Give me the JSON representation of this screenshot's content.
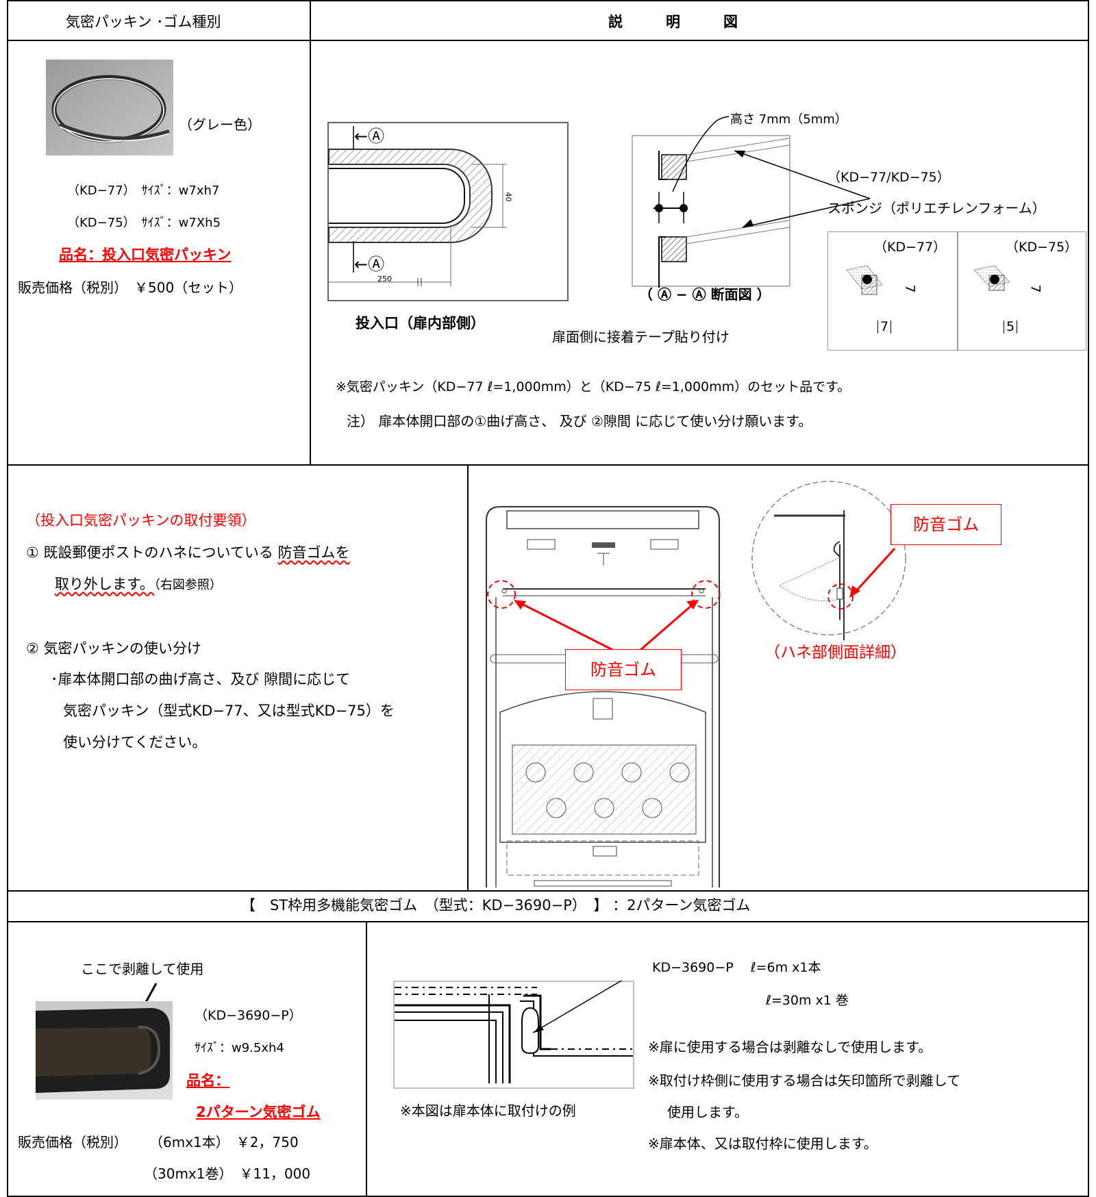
{
  "section1": {
    "header_left": "気密パッキン ･ゴム種別",
    "header_right": "説　　　明　　　図",
    "color_note": "（グレー色）",
    "size_kd77": "（KD−77）　ｻｲｽﾞ：w7xh7",
    "size_kd75": "（KD−75）　ｻｲｽﾞ：w7Xh5",
    "product_name": "品名：投入口気密パッキン",
    "price": "販売価格（税別）　￥500（セット）",
    "diagram_label_a_top": "←Ⓐ",
    "diagram_label_a_bottom": "←Ⓐ",
    "dim_40": "40",
    "dim_250": "250",
    "slot_caption": "投入口（扉内部側）",
    "height_note": "高さ 7mm（5mm）",
    "model_note": "（KD−77/KD−75）",
    "material_note": "スポンジ（ポリエチレンフォーム）",
    "section_caption": "（ Ⓐ − Ⓐ 断面図 ）",
    "tape_note": "扉面側に接着テープ貼り付け",
    "kd77_label": "（KD−77）",
    "kd75_label": "（KD−75）",
    "kd77_h": "7",
    "kd77_w": "7",
    "kd75_h": "7",
    "kd75_w": "5",
    "note_set": "※気密パッキン（KD−77 ℓ=1,000mm）と（KD−75 ℓ=1,000mm）のセット品です。",
    "note_usage": "注） 扉本体開口部の①曲げ高さ、 及び ②隙間 に応じて使い分け願います。"
  },
  "section2": {
    "title": "（投入口気密パッキンの取付要領）",
    "step1_prefix": "①  既設郵便ポストのハネについている ",
    "step1_emph": "防音ゴムを",
    "step1_line2_emph": "取り外します。",
    "step1_line2_rest": "（右図参照）",
    "step2_title": "②  気密パッキンの使い分け",
    "step2_line1": "･扉本体開口部の曲げ高さ、及び  隙間に応じて",
    "step2_line2": "気密パッキン（型式KD−77、又は型式KD−75）を",
    "step2_line3": "使い分けてください。",
    "label_rubber_1": "防音ゴム",
    "label_rubber_2": "防音ゴム",
    "detail_caption": "（ハネ部側面詳細）"
  },
  "section3": {
    "header": "【　ST枠用多機能気密ゴム　（型式：KD−3690−P）　】 ：2パターン気密ゴム",
    "peel_note": "ここで剥離して使用",
    "model": "（KD−3690−P）",
    "size": "ｻｲｽﾞ：w9.5xh4",
    "name_label": "品名：",
    "name_value": "2パターン気密ゴム",
    "price_label": "販売価格（税別）",
    "price_1": "（6mx1本）　￥2，750",
    "price_2": "（30mx1巻）　￥11，000",
    "diagram_caption": "※本図は扉本体に取付けの例",
    "spec_1": "KD−3690−P　 ℓ=6m x1本",
    "spec_2": "ℓ=30m x1 巻",
    "note_1": "※扉に使用する場合は剥離なしで使用します。",
    "note_2": "※取付け枠側に使用する場合は矢印箇所で剥離して",
    "note_2b": "使用します。",
    "note_3": "※扉本体、又は取付枠に使用します。"
  },
  "colors": {
    "accent_red": "#ff0000",
    "border": "#000000"
  }
}
